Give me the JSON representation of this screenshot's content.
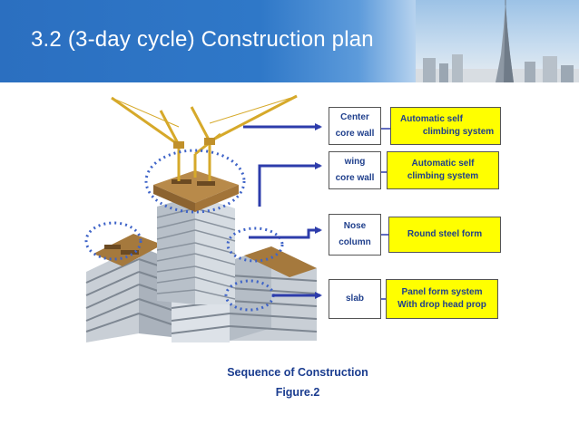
{
  "slide": {
    "title": "3.2 (3-day cycle) Construction plan"
  },
  "labels": [
    {
      "lines": [
        "Center",
        "core wall"
      ]
    },
    {
      "lines": [
        "wing",
        "core wall"
      ]
    },
    {
      "lines": [
        "Nose",
        "column"
      ]
    },
    {
      "lines": [
        "slab"
      ]
    }
  ],
  "systems": [
    {
      "lines": [
        "Automatic self",
        "climbing system"
      ]
    },
    {
      "lines": [
        "Automatic self",
        "climbing system"
      ]
    },
    {
      "lines": [
        "Round steel form"
      ]
    },
    {
      "lines": [
        "Panel form system",
        "With drop head prop"
      ]
    }
  ],
  "caption": {
    "line1": "Sequence of Construction",
    "line2": "Figure.2"
  },
  "colors": {
    "header": "#2f78c8",
    "label_text": "#1f3f8c",
    "system_fill": "#ffff00",
    "arrow": "#2d3cab",
    "highlight_ring": "#3f64c8",
    "crane": "#d6a92a"
  }
}
